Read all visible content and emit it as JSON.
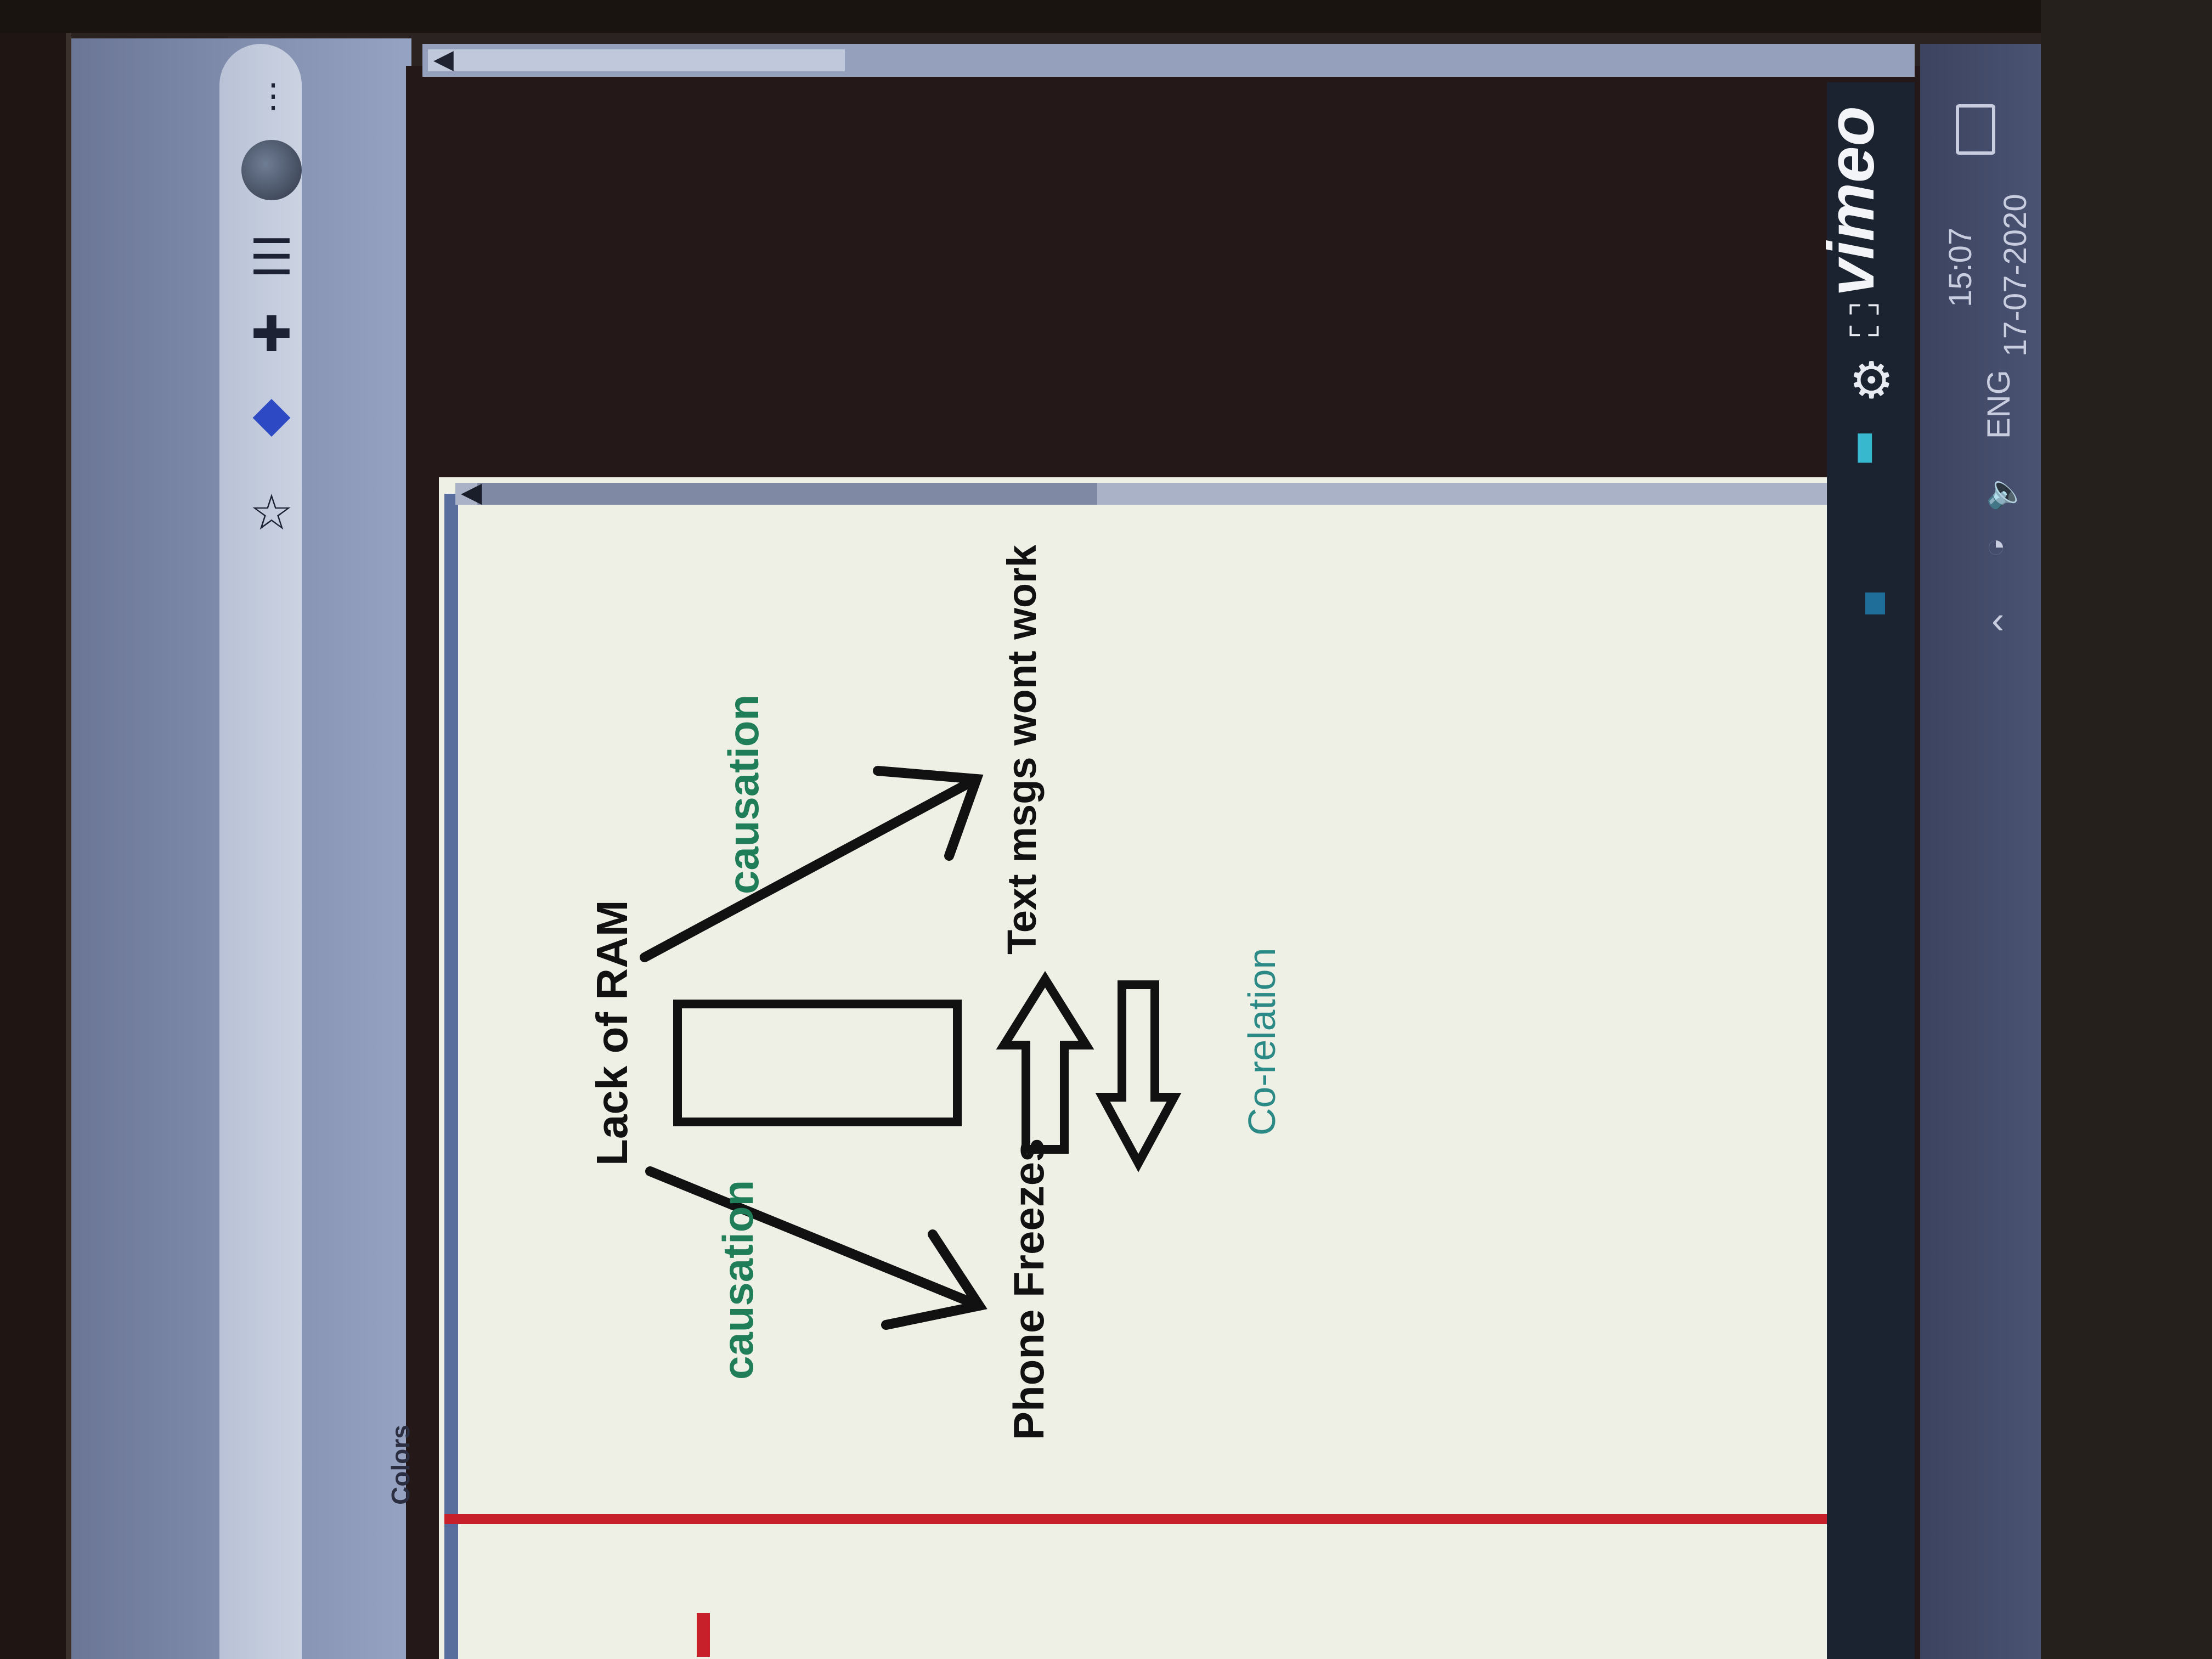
{
  "browser": {
    "menu_icon": "⋮",
    "icons": [
      "menu-icon",
      "profile-avatar",
      "reading-list-icon",
      "extensions-icon",
      "bookmark-star-icon"
    ]
  },
  "slide": {
    "sidebar_label": "Colors",
    "root_node": "Lack of RAM",
    "node_top": "Text msgs wont work",
    "node_bottom": "Phone Freezes",
    "edge_top_label": "causation",
    "edge_bottom_label": "causation",
    "relation_label": "Co-relation",
    "label_color": "#1f7d57",
    "relation_color": "#2c8a86",
    "accent_line_color": "#c8202a"
  },
  "player": {
    "brand": "vimeo",
    "controls": [
      "fullscreen-icon",
      "settings-icon",
      "quality-icon"
    ]
  },
  "taskbar": {
    "time": "15:07",
    "date": "17-07-2020",
    "language": "ENG"
  }
}
